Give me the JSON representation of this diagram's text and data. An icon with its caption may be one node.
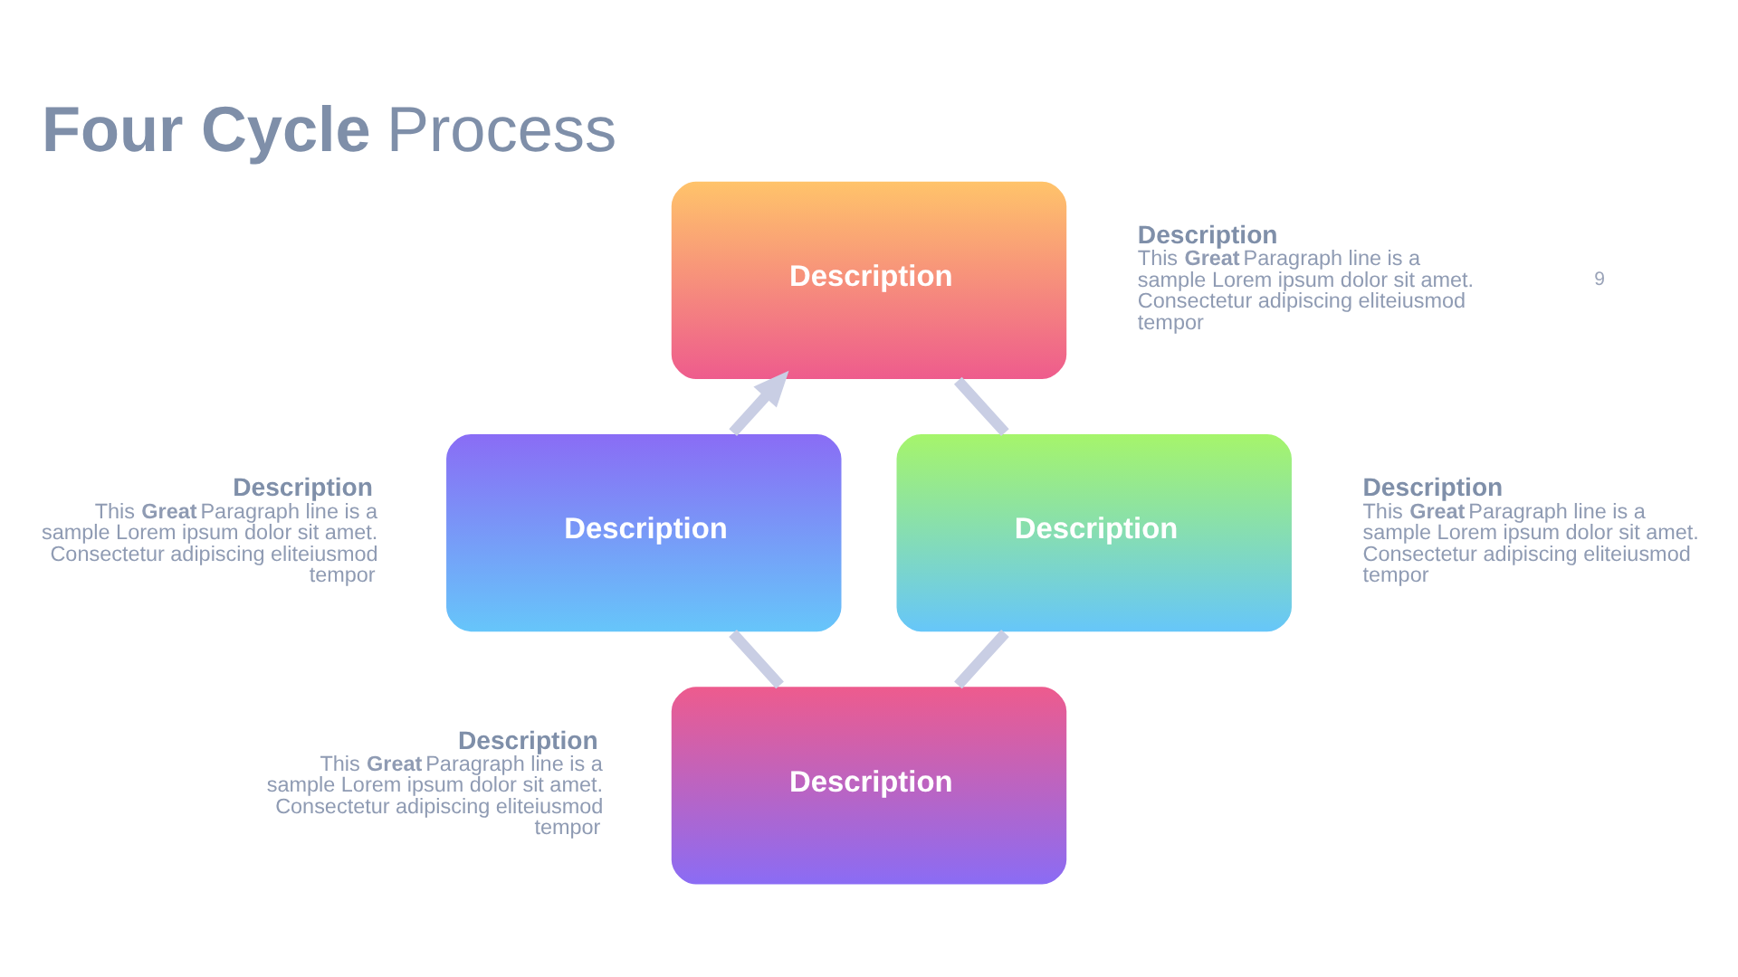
{
  "diagram": {
    "title": "**Four Cycle** Process",
    "nodes": [
      {
        "text": [
          "Description"
        ],
        "beside": [
          "Description",
          "This **Great** Paragraph line is a sample Lorem ipsum dolor sit amet. Consectetur adipiscing eliteiusmod tempor"
        ]
      },
      {
        "text": [
          "Description"
        ],
        "beside": [
          "Description",
          "This **Great** Paragraph line is a sample Lorem ipsum dolor sit amet. Consectetur adipiscing eliteiusmod tempor"
        ]
      },
      {
        "text": [
          "Description"
        ],
        "beside": [
          "Description",
          "This **Great** Paragraph line is a sample Lorem ipsum dolor sit amet. Consectetur adipiscing eliteiusmod tempor"
        ]
      },
      {
        "text": [
          "Description"
        ],
        "beside": [
          "Description",
          "This **Great** Paragraph line is a sample Lorem ipsum dolor sit amet. Consectetur adipiscing eliteiusmod tempor"
        ]
      }
    ],
    "edges": [
      {
        "from": 1,
        "to": 0,
        "arrow": "to"
      },
      {
        "from": 0,
        "to": 2,
        "arrow": "none"
      },
      {
        "from": 2,
        "to": 3,
        "arrow": "none"
      },
      {
        "from": 3,
        "to": 1,
        "arrow": "none"
      }
    ],
    "labels": [
      "9"
    ]
  }
}
